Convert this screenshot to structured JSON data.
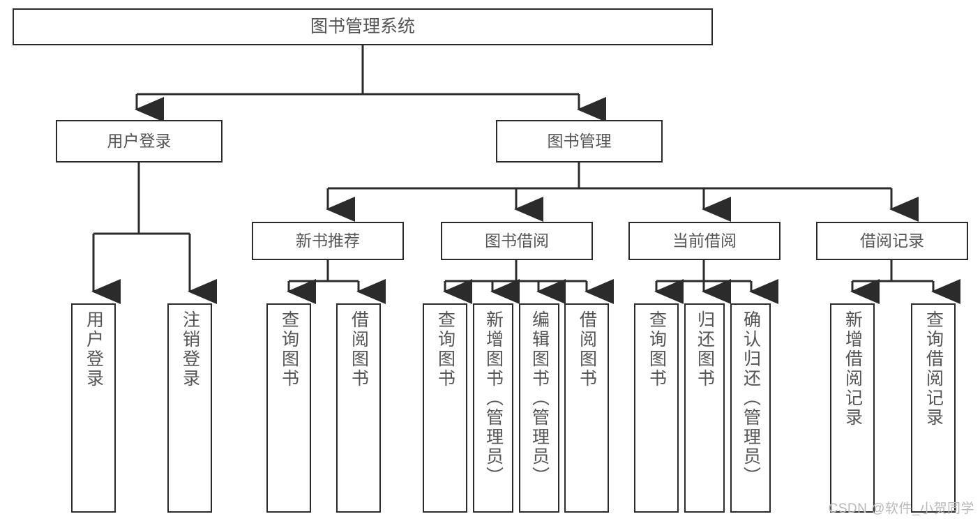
{
  "diagram": {
    "type": "tree",
    "title": "图书管理系统",
    "orientation": "top-down",
    "root": {
      "label": "图书管理系统"
    },
    "tier2": [
      {
        "label": "用户登录"
      },
      {
        "label": "图书管理"
      }
    ],
    "tier3": [
      {
        "label": "新书推荐"
      },
      {
        "label": "图书借阅"
      },
      {
        "label": "当前借阅"
      },
      {
        "label": "借阅记录"
      }
    ],
    "leaves": [
      {
        "label": "用户登录"
      },
      {
        "label": "注销登录"
      },
      {
        "label": "查询图书"
      },
      {
        "label": "借阅图书"
      },
      {
        "label": "查询图书"
      },
      {
        "label": "新增图书（管理员）"
      },
      {
        "label": "编辑图书（管理员）"
      },
      {
        "label": "借阅图书"
      },
      {
        "label": "查询图书"
      },
      {
        "label": "归还图书"
      },
      {
        "label": "确认归还（管理员）"
      },
      {
        "label": "新增借阅记录"
      },
      {
        "label": "查询借阅记录"
      }
    ]
  },
  "watermark": {
    "text": "CSDN @软件_小贺同学"
  },
  "colors": {
    "stroke": "#2b2b2b",
    "text": "#555555",
    "background": "#ffffff",
    "watermark": "#b9b9b9"
  }
}
